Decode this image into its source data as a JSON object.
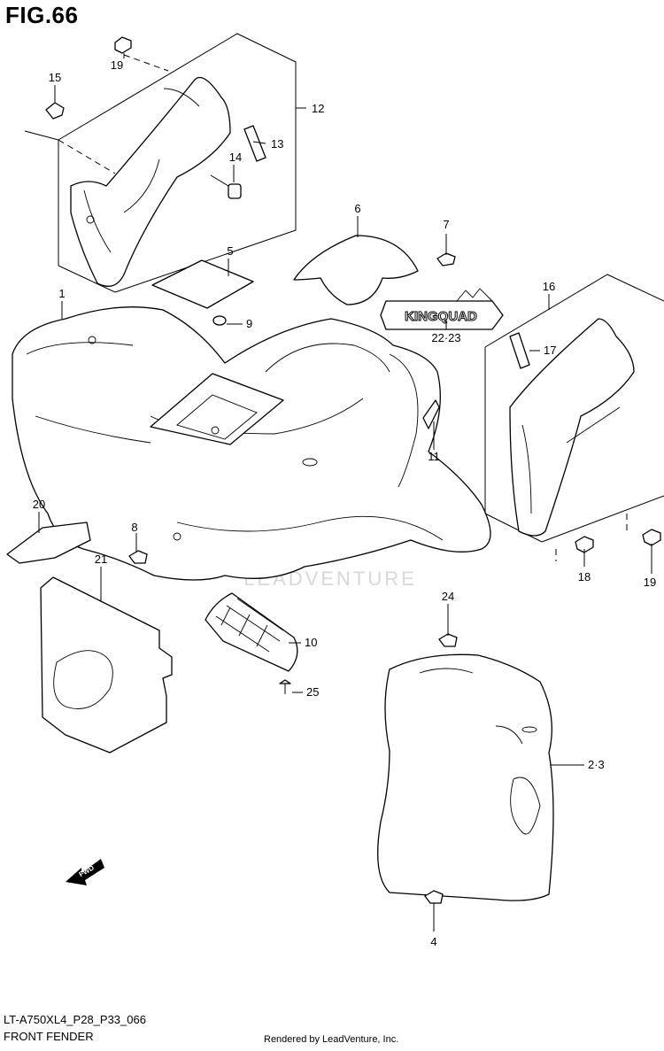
{
  "figure": {
    "title": "FIG.66",
    "model_code": "LT-A750XL4_P28_P33_066",
    "section_name": "FRONT FENDER",
    "credit": "Rendered by LeadVenture, Inc.",
    "watermark": "LEADVENTURE",
    "decal_text": "KINGQUAD",
    "fwd_arrow_text": "FWD"
  },
  "callouts": [
    "1",
    "2·3",
    "4",
    "5",
    "6",
    "7",
    "8",
    "9",
    "10",
    "11",
    "12",
    "13",
    "14",
    "15",
    "16",
    "17",
    "18",
    "19",
    "19",
    "20",
    "21",
    "22·23",
    "24",
    "25"
  ]
}
